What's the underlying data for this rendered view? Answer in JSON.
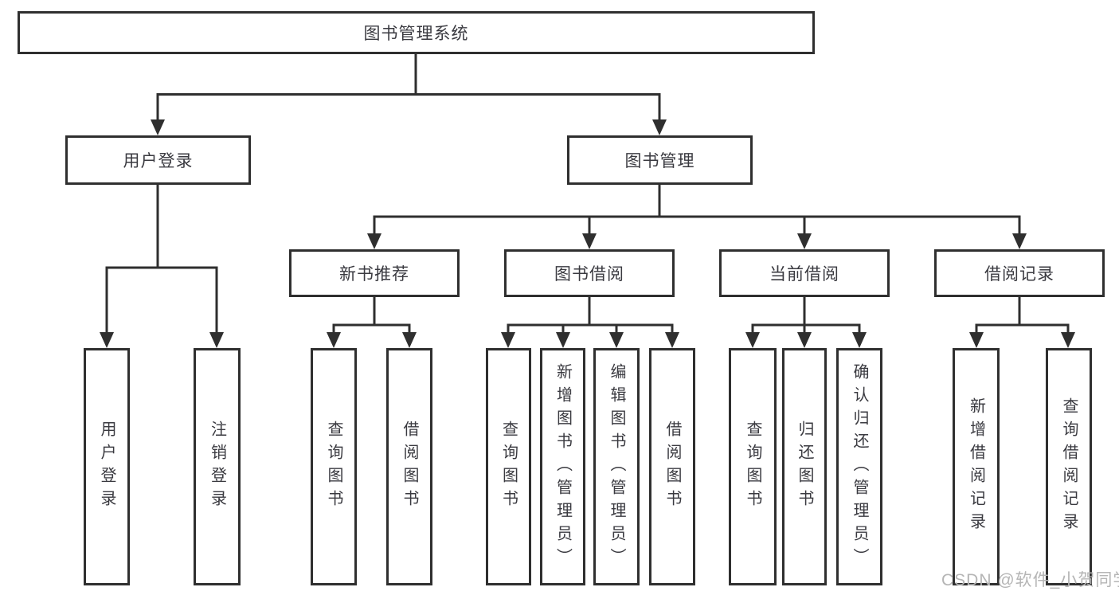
{
  "diagram": {
    "root": {
      "label": "图书管理系统"
    },
    "level2": [
      {
        "label": "用户登录",
        "children": [
          {
            "label": "用户登录"
          },
          {
            "label": "注销登录"
          }
        ]
      },
      {
        "label": "图书管理"
      }
    ],
    "level3": [
      {
        "label": "新书推荐",
        "children": [
          {
            "label": "查询图书"
          },
          {
            "label": "借阅图书"
          }
        ]
      },
      {
        "label": "图书借阅",
        "children": [
          {
            "label": "查询图书"
          },
          {
            "label": "新增图书（管理员）"
          },
          {
            "label": "编辑图书（管理员）"
          },
          {
            "label": "借阅图书"
          }
        ]
      },
      {
        "label": "当前借阅",
        "children": [
          {
            "label": "查询图书"
          },
          {
            "label": "归还图书"
          },
          {
            "label": "确认归还（管理员）"
          }
        ]
      },
      {
        "label": "借阅记录",
        "children": [
          {
            "label": "新增借阅记录"
          },
          {
            "label": "查询借阅记录"
          }
        ]
      }
    ]
  },
  "watermark": {
    "text": "CSDN @软件_小贺同学"
  },
  "colors": {
    "line": "#2f2f2f",
    "text": "#3a3a40",
    "watermark": "#b5b5b5",
    "background": "#ffffff"
  }
}
